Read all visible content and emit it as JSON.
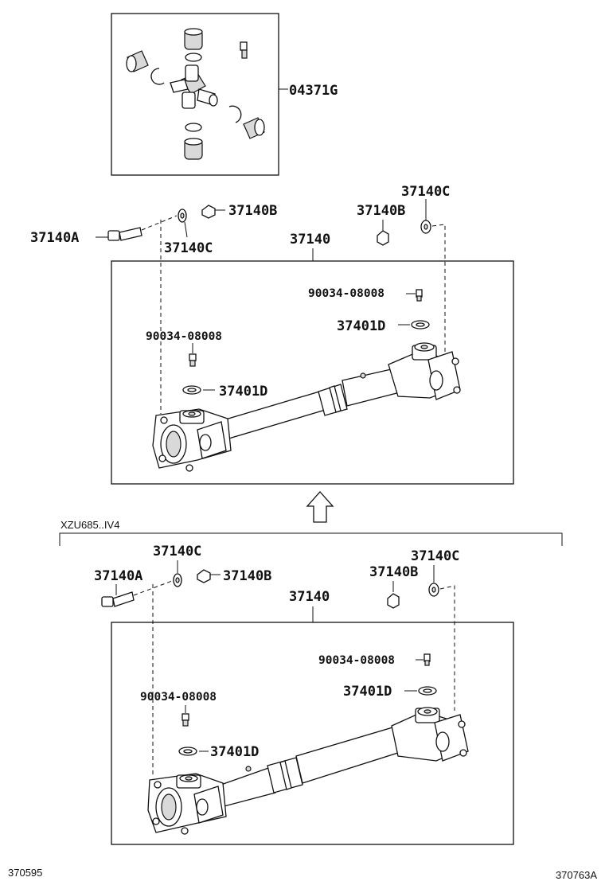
{
  "kit_label": "04371G",
  "labels": {
    "bolt": "37140A",
    "nut": "37140B",
    "washer": "37140C",
    "shaft": "37140",
    "grease_fitting": "90034-08008",
    "snap_ring": "37401D"
  },
  "variant_note": "XZU685..IV4",
  "footer_left": "370595",
  "footer_right": "370763A"
}
